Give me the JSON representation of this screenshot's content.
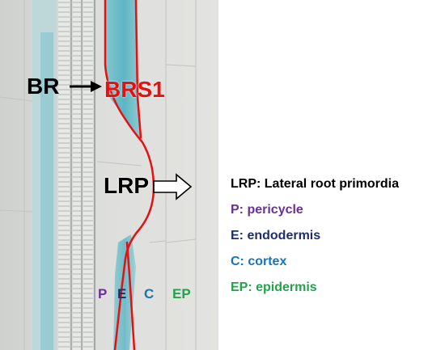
{
  "image_labels": {
    "br": "BR",
    "brs1": "BRS1",
    "lrp": "LRP",
    "tissues": [
      {
        "text": "P",
        "color": "#6b2f9a"
      },
      {
        "text": "E",
        "color": "#1e2f6b"
      },
      {
        "text": "C",
        "color": "#1b74b2"
      },
      {
        "text": "EP",
        "color": "#22a34a"
      }
    ]
  },
  "legend": [
    {
      "text": "LRP: Lateral root primordia",
      "color": "#000000"
    },
    {
      "text": "P: pericycle",
      "color": "#6b2f9a"
    },
    {
      "text": "E: endodermis",
      "color": "#1e2f6b"
    },
    {
      "text": "C: cortex",
      "color": "#1b74b2"
    },
    {
      "text": "EP: epidermis",
      "color": "#22a34a"
    }
  ],
  "colors": {
    "outline": "#e51010",
    "stain": "#5fb8c6",
    "background": "#dcdcd8"
  },
  "icons": [
    "arrow-right-icon",
    "hollow-arrow-right-icon"
  ]
}
